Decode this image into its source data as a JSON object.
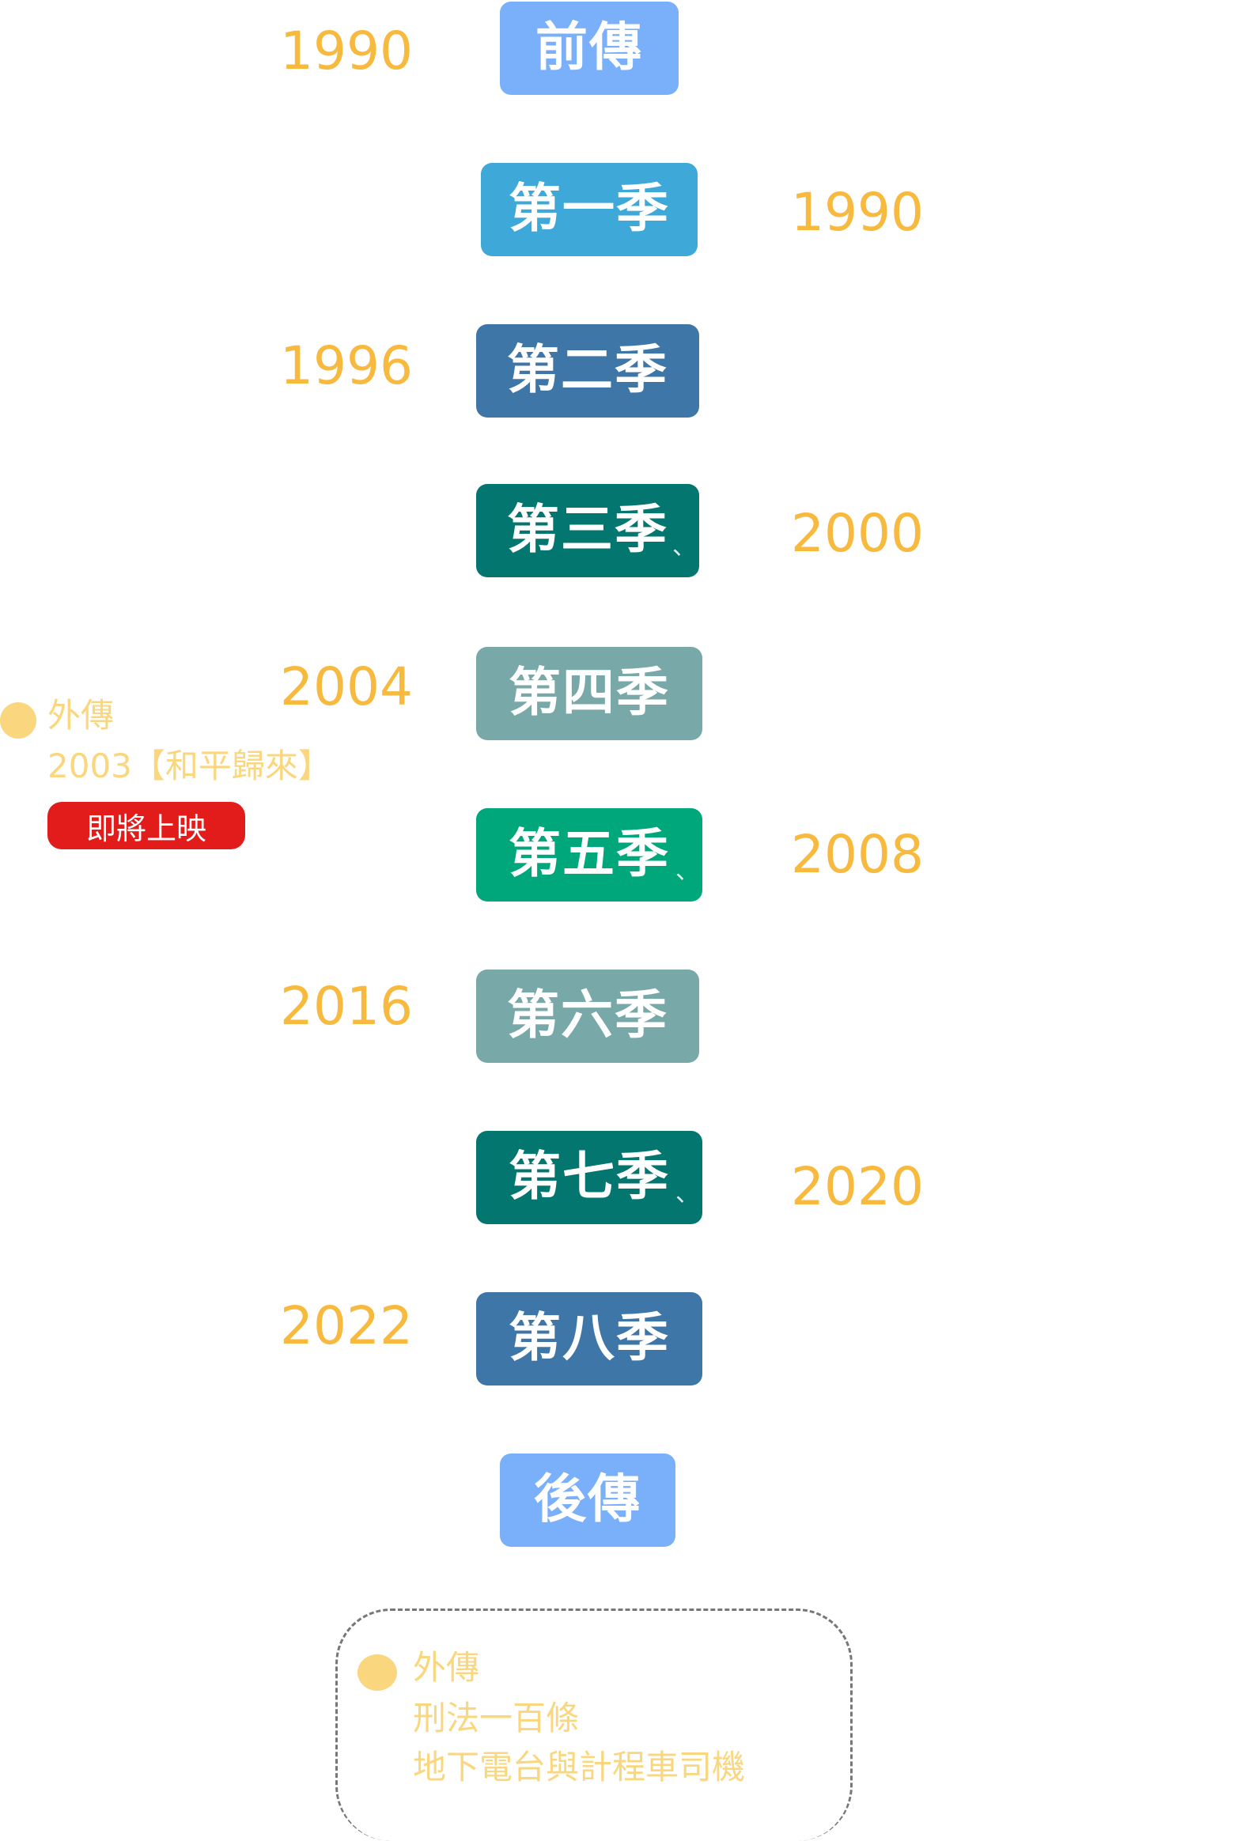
{
  "timeline": [
    {
      "label": "前傳",
      "year": "1990",
      "year_side": "left",
      "color": "#7aaff9"
    },
    {
      "label": "第一季",
      "year": "1990",
      "year_side": "right",
      "color": "#3ea9d8"
    },
    {
      "label": "第二季",
      "year": "1996",
      "year_side": "left",
      "color": "#3f76a8"
    },
    {
      "label": "第三季",
      "year": "2000",
      "year_side": "right",
      "color": "#03766f"
    },
    {
      "label": "第四季",
      "year": "2004",
      "year_side": "left",
      "color": "#78a8a8"
    },
    {
      "label": "第五季",
      "year": "2008",
      "year_side": "right",
      "color": "#00a77a"
    },
    {
      "label": "第六季",
      "year": "2016",
      "year_side": "left",
      "color": "#78a8a8"
    },
    {
      "label": "第七季",
      "year": "2020",
      "year_side": "right",
      "color": "#03766f"
    },
    {
      "label": "第八季",
      "year": "2022",
      "year_side": "left",
      "color": "#3f76a8"
    },
    {
      "label": "後傳",
      "year": "",
      "year_side": "none",
      "color": "#7aaff9"
    }
  ],
  "side_note": {
    "title": "外傳",
    "subtitle": "2003【和平歸來】",
    "badge": "即將上映"
  },
  "bottom_note": {
    "title": "外傳",
    "line1": "刑法一百條",
    "line2": "地下電台與計程車司機"
  },
  "colors": {
    "year_text": "#f7b93e",
    "note_text": "#fad77e",
    "badge_bg": "#e21b1b"
  }
}
